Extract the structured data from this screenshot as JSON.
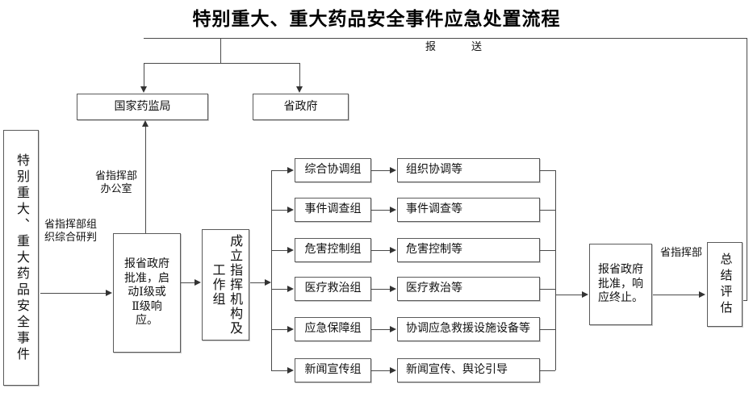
{
  "title": "特别重大、重大药品安全事件应急处置流程",
  "nodes": {
    "source": "特别重大、重大药品安全事件",
    "national_bureau": "国家药监局",
    "provincial_government": "省政府",
    "approve_start": [
      "报省政府",
      "批准，启",
      "动Ⅰ级或",
      "Ⅱ级响",
      "应。"
    ],
    "establish_command": "成立指挥机构及工作组",
    "approve_end": [
      "报省政府",
      "批准，响",
      "应终止。"
    ],
    "summary_eval": "总结评估"
  },
  "labels": {
    "report_submit": "报　　送",
    "provincial_office": "省指挥部\n办公室",
    "provincial_research": "省指挥部组\n织综合研判",
    "provincial_command": "省指挥部"
  },
  "groups": [
    {
      "name": "综合协调组",
      "duty": "组织协调等"
    },
    {
      "name": "事件调查组",
      "duty": "事件调查等"
    },
    {
      "name": "危害控制组",
      "duty": "危害控制等"
    },
    {
      "name": "医疗救治组",
      "duty": "医疗救治等"
    },
    {
      "name": "应急保障组",
      "duty": "协调应急救援设施设备等"
    },
    {
      "name": "新闻宣传组",
      "duty": "新闻宣传、舆论引导"
    }
  ],
  "colors": {
    "page_background": "#ffffff",
    "box_border": "#5a5a5a",
    "line": "#4a4a4a",
    "text": "#111111"
  }
}
